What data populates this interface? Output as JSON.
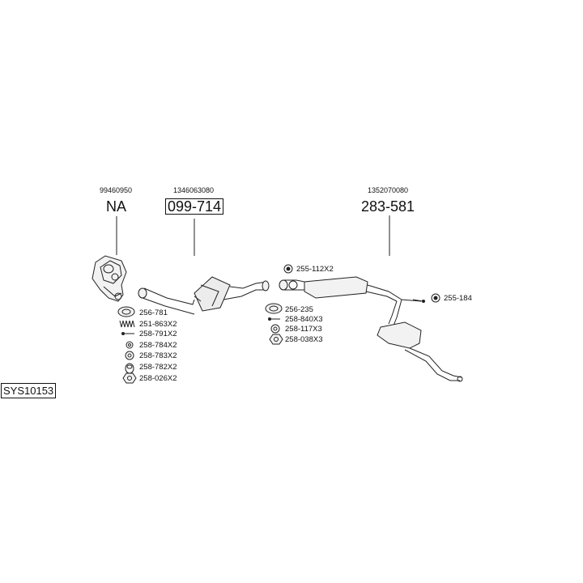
{
  "sections": [
    {
      "oe_number": "99460950",
      "part_code": "NA"
    },
    {
      "oe_number": "1346063080",
      "part_code": "099-714"
    },
    {
      "oe_number": "1352070080",
      "part_code": "283-581"
    }
  ],
  "left_fittings": [
    {
      "label": "256-781",
      "icon": "gasket-ring-icon"
    },
    {
      "label": "251-863X2",
      "icon": "spring-icon"
    },
    {
      "label": "258-791X2",
      "icon": "bolt-icon"
    },
    {
      "label": "258-784X2",
      "icon": "washer-icon"
    },
    {
      "label": "258-783X2",
      "icon": "nut-icon"
    },
    {
      "label": "258-782X2",
      "icon": "stud-icon"
    },
    {
      "label": "258-026X2",
      "icon": "hex-nut-icon"
    }
  ],
  "middle_fittings": [
    {
      "label": "256-235",
      "icon": "gasket-ring-icon"
    },
    {
      "label": "258-840X3",
      "icon": "bolt-icon"
    },
    {
      "label": "258-117X3",
      "icon": "washer-icon"
    },
    {
      "label": "258-038X3",
      "icon": "hex-nut-icon"
    }
  ],
  "hangers": [
    {
      "label": "255-112X2",
      "icon": "rubber-hanger-icon"
    },
    {
      "label": "255-184",
      "icon": "rubber-hanger-icon"
    }
  ],
  "system_code": "SYS10153"
}
